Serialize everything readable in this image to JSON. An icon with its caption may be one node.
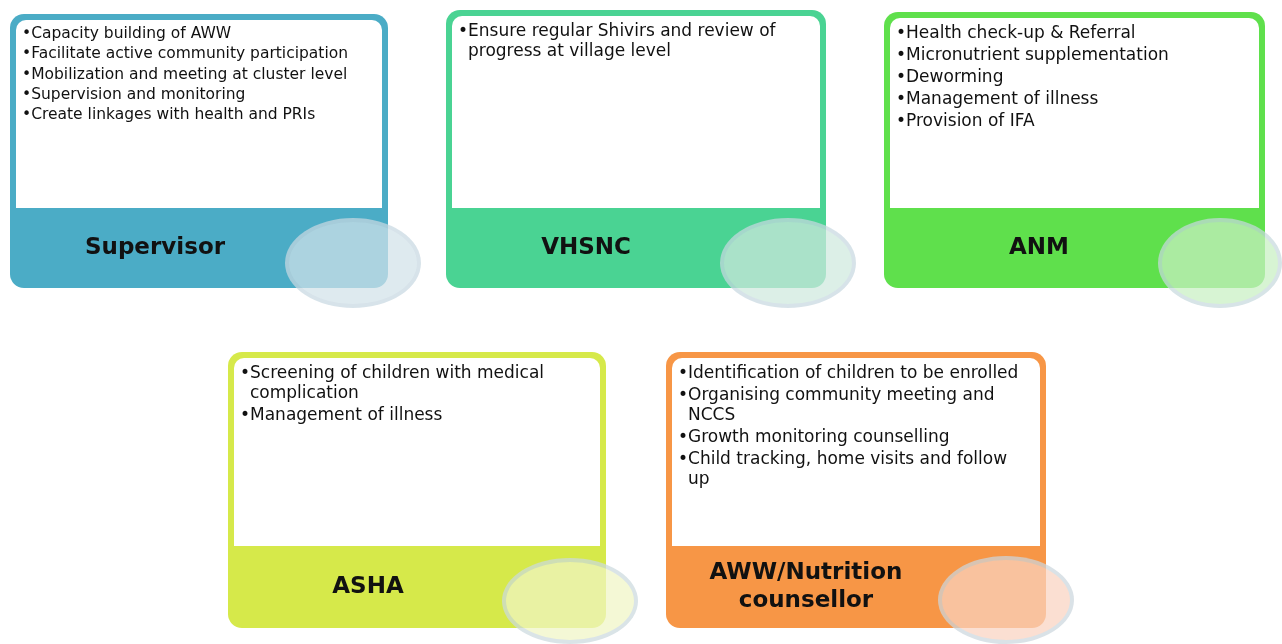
{
  "diagram": {
    "nodes": [
      {
        "text": [
          "•Capacity building of AWW",
          "•Facilitate active community participation",
          "•Mobilization and meeting at cluster level",
          "•Supervision and monitoring",
          "•Create linkages with health and PRIs",
          "Supervisor"
        ]
      },
      {
        "text": [
          "•Ensure regular Shivirs and review of progress at village level",
          "VHSNC"
        ]
      },
      {
        "text": [
          "•Health check-up & Referral",
          "•Micronutrient supplementation",
          "•Deworming",
          "•Management of illness",
          "•Provision of IFA",
          "ANM"
        ]
      },
      {
        "text": [
          "•Screening of children with medical complication",
          "•Management of illness",
          "ASHA"
        ]
      },
      {
        "text": [
          "•Identification of children to be enrolled",
          "•Organising community meeting and NCCS",
          "•Growth monitoring counselling",
          "•Child tracking, home visits and follow up",
          "AWW/Nutrition counsellor"
        ]
      }
    ]
  }
}
